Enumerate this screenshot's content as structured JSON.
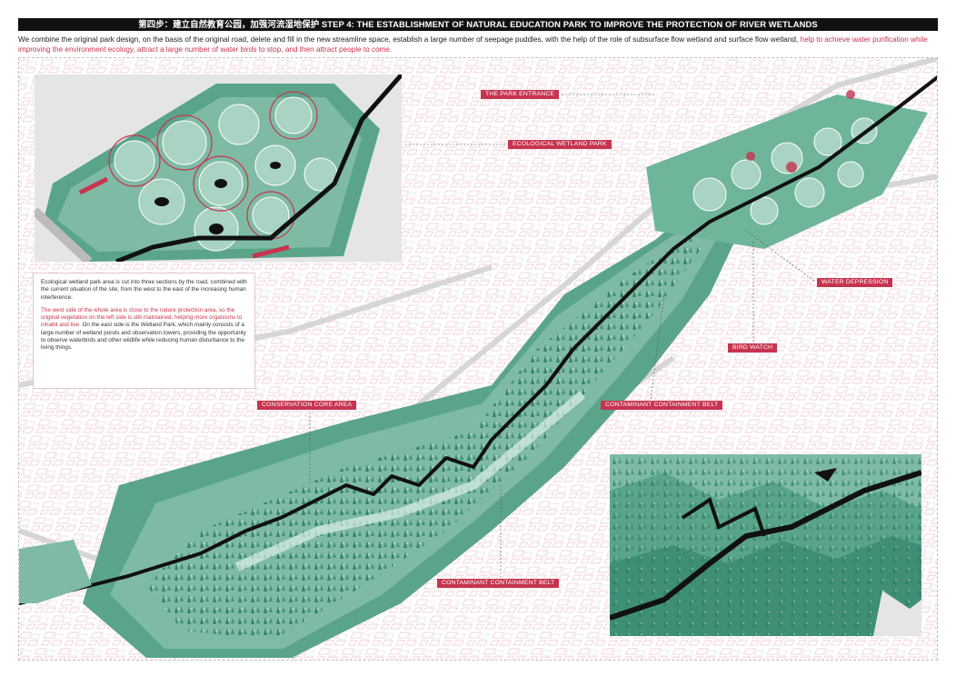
{
  "header": {
    "title": "第四步：建立自然教育公园，加强河流湿地保护  STEP 4: THE ESTABLISHMENT OF NATURAL EDUCATION PARK TO IMPROVE THE PROTECTION OF RIVER WETLANDS"
  },
  "intro": {
    "text_plain": "We combine the original park design, on the basis of the original road, delete and fill in the new streamline space, establish a large number of seepage puddles, with the help of the role of subsurface flow wetland and surface flow wetland, ",
    "text_highlight": "help to achieve water purification while improving the environment ecology, attract a large number of water birds to stop, and then attract people to come."
  },
  "labels": {
    "park_entrance": "THE PARK ENTRANCE",
    "ecological_wetland_park": "ECOLOGICAL WETLAND PARK",
    "water_depression": "WATER DEPRESSION",
    "bird_watch": "BIRD WATCH",
    "conservation_core_area": "CONSERVATION CORE AREA",
    "contaminant_belt_upper": "CONTAMINANT CONTAINMENT BELT",
    "contaminant_belt_lower": "CONTAMINANT CONTAINMENT BELT"
  },
  "description": {
    "para1": "Ecological wetland park area is cut into three sections by the road, combined with the current situation of the site, from the west to the east of the increasing human interference.",
    "para2_highlight": "The west side of the whole area is close to the nature protection area, so the original vegetation on the left side is still maintained, helping more organisms to inhabit and live.",
    "para2_rest": " On the east side is the Wetland Park, which mainly consists of a large number of wetland ponds and observation towers, providing the opportunity to observe waterbirds and other wildlife while reducing human disturbance to the living things."
  },
  "colors": {
    "accent": "#c6344f",
    "green_dark": "#2f7d66",
    "green_mid": "#5aa58a",
    "green_light": "#a9d3c3",
    "water_pale": "#dbeeea",
    "river": "#111111",
    "road": "#d4d4d4"
  }
}
